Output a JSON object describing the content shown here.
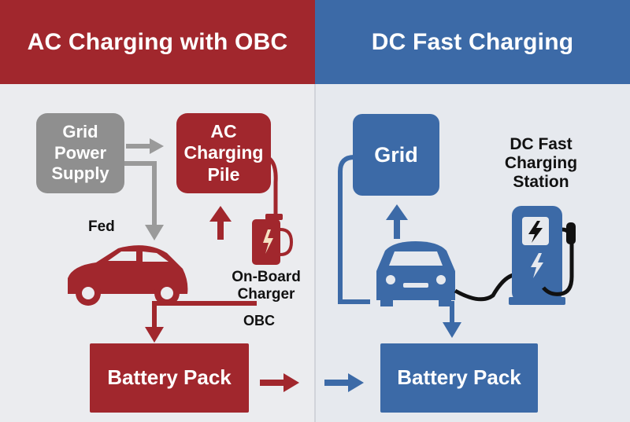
{
  "left_panel": {
    "title": "AC Charging with OBC",
    "grid_power_supply": "Grid\nPower\nSupply",
    "ac_charging_pile": "AC\nCharging\nPile",
    "fed_label": "Fed",
    "obc_name": "On-Board\nCharger",
    "obc_abbr": "OBC",
    "battery_pack": "Battery Pack"
  },
  "right_panel": {
    "title": "DC Fast Charging",
    "grid": "Grid",
    "dc_station": "DC Fast\nCharging\nStation",
    "battery_pack": "Battery Pack"
  },
  "colors": {
    "ac_red": "#a1272d",
    "dc_blue": "#3c6aa7",
    "grey": "#8f8f8f"
  },
  "icons": [
    "car-icon",
    "lightning-icon",
    "charging-pile-icon",
    "arrow-icon"
  ]
}
